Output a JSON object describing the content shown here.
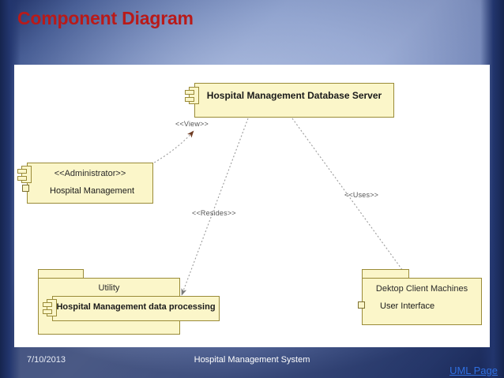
{
  "slide": {
    "title": "Component Diagram",
    "title_color": "#b91a19",
    "background_color": "#1b2f63",
    "panel_color": "#ffffff"
  },
  "diagram": {
    "kind": "uml-component-diagram",
    "node_fill": "#fbf6c9",
    "node_border": "#9a8b38",
    "nodes": [
      {
        "id": "database-server",
        "type": "component",
        "title": "Hospital Management Database Server",
        "icon": "component-icon"
      },
      {
        "id": "administrator",
        "type": "component",
        "title": "<<Administrator>>",
        "icon": "component-icon",
        "items": [
          {
            "label": "Hospital Management",
            "icon": "square-icon"
          }
        ]
      },
      {
        "id": "utility",
        "type": "package",
        "title": "Utility",
        "children": [
          {
            "id": "hm-data-processing",
            "type": "component",
            "title": "Hospital Management data processing",
            "icon": "component-icon"
          }
        ]
      },
      {
        "id": "desktop-client-machines",
        "type": "package",
        "title": "Dektop Client Machines",
        "items": [
          {
            "label": "User Interface",
            "icon": "square-icon"
          }
        ]
      }
    ],
    "edges": [
      {
        "id": "view",
        "label": "<<View>>",
        "from": "administrator",
        "to": "database-server",
        "style": "dashed-arrow"
      },
      {
        "id": "resides",
        "label": "<<Resides>>",
        "from": "database-server",
        "to": "utility",
        "style": "dashed-arrow"
      },
      {
        "id": "uses",
        "label": "<<Uses>>",
        "from": "database-server",
        "to": "desktop-client-machines",
        "style": "dashed-arrow"
      }
    ]
  },
  "footer": {
    "date": "7/10/2013",
    "center": "Hospital Management System",
    "link": "UML Page",
    "link_color": "#2f6fe0"
  }
}
